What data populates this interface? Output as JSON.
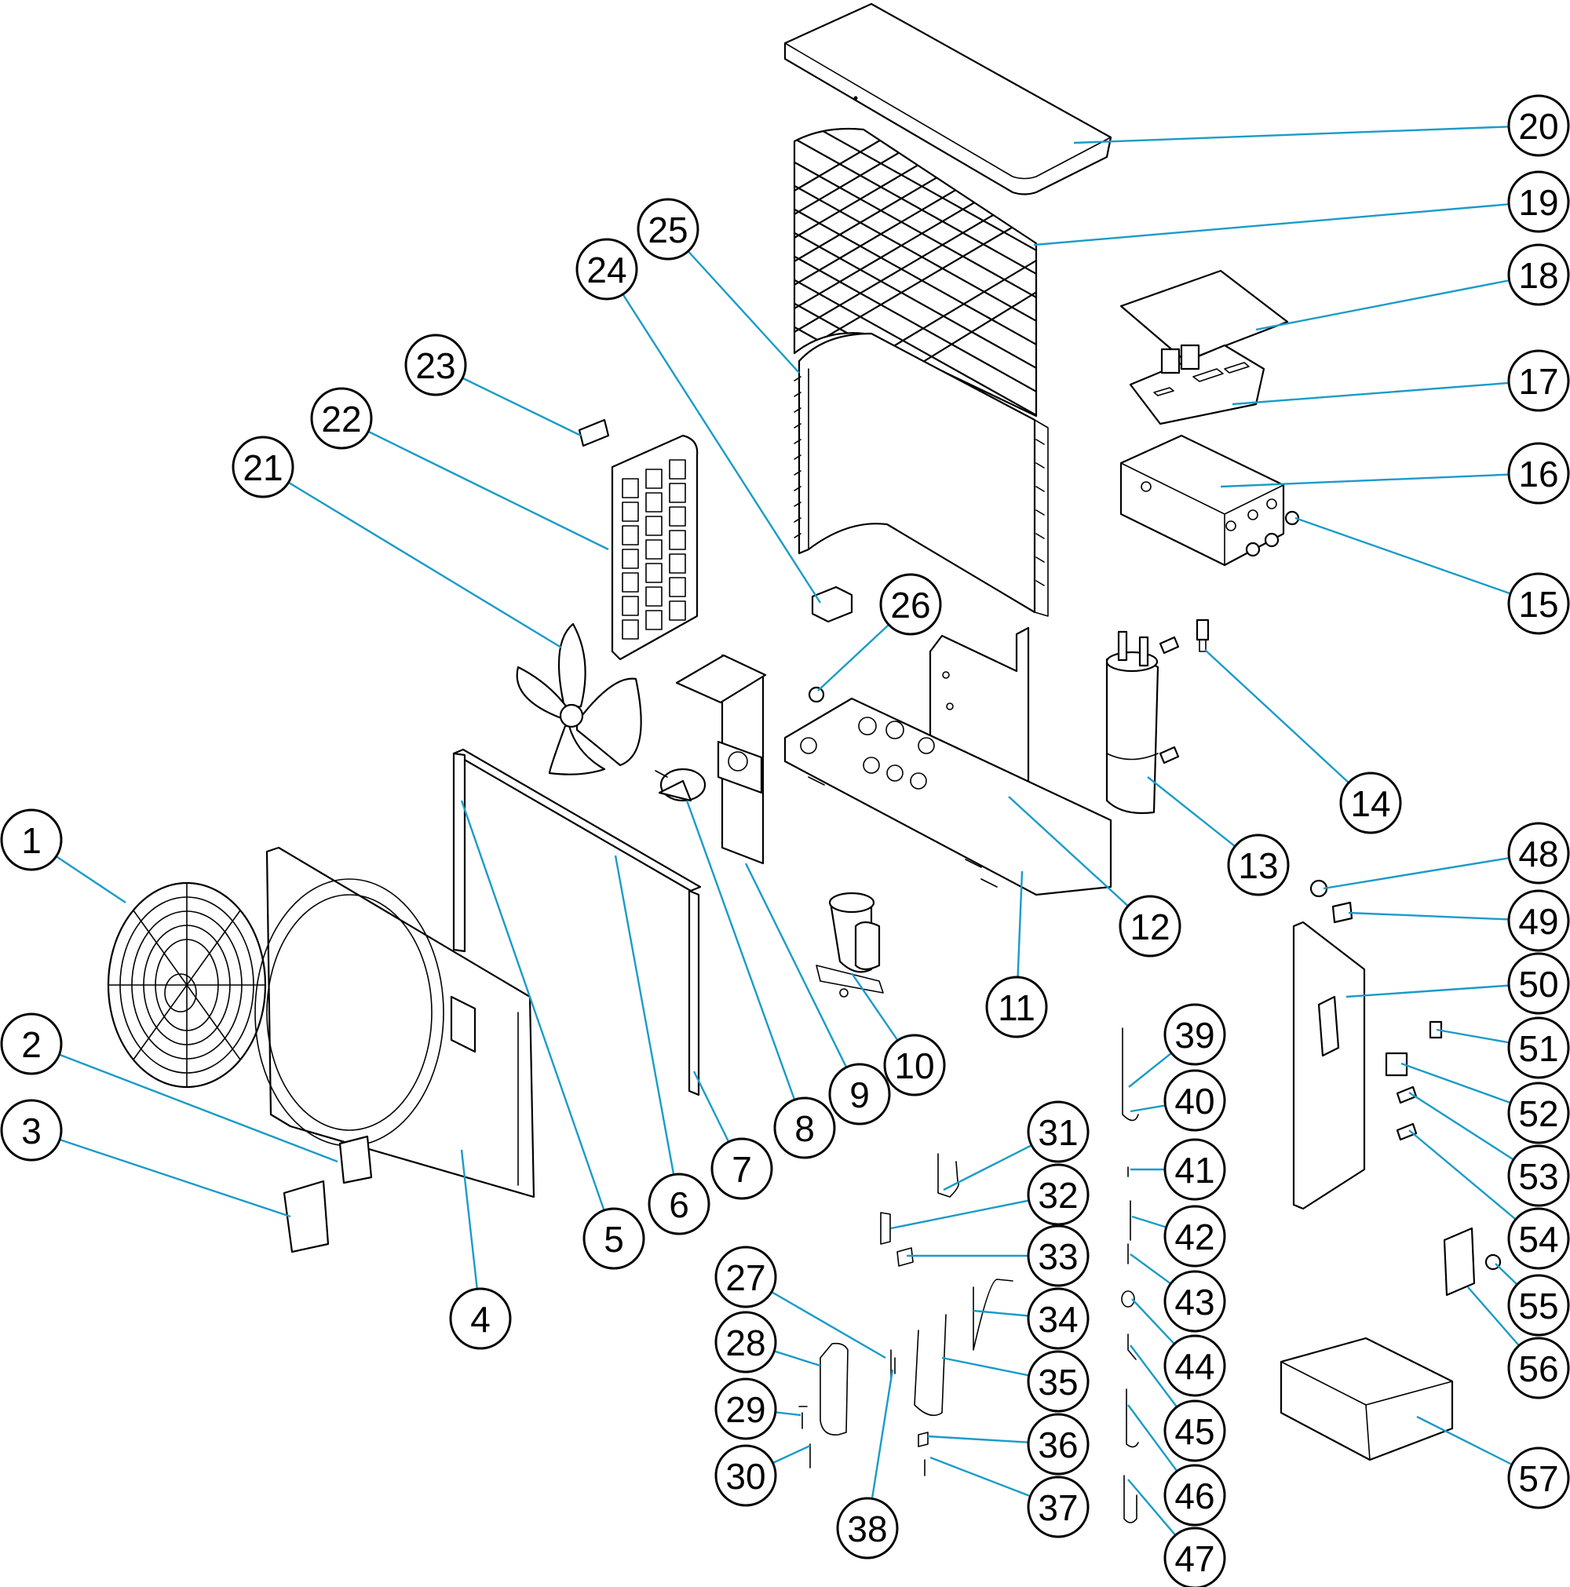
{
  "colors": {
    "leader": "#1a9bc9",
    "line": "#000000",
    "background": "#ffffff"
  },
  "callouts": [
    {
      "label": "1",
      "name": "fan-guard"
    },
    {
      "label": "2",
      "name": "control-panel-cover"
    },
    {
      "label": "3",
      "name": "control-panel-display"
    },
    {
      "label": "4",
      "name": "front-panel"
    },
    {
      "label": "5",
      "name": "front-frame-left"
    },
    {
      "label": "6",
      "name": "front-frame-top"
    },
    {
      "label": "7",
      "name": "front-frame-right"
    },
    {
      "label": "8",
      "name": "fan-motor"
    },
    {
      "label": "9",
      "name": "motor-bracket"
    },
    {
      "label": "10",
      "name": "compressor"
    },
    {
      "label": "11",
      "name": "base-tray"
    },
    {
      "label": "12",
      "name": "partition-plate"
    },
    {
      "label": "13",
      "name": "heat-exchanger"
    },
    {
      "label": "14",
      "name": "water-flow-switch"
    },
    {
      "label": "15",
      "name": "cable-gland"
    },
    {
      "label": "16",
      "name": "electrical-box"
    },
    {
      "label": "17",
      "name": "pcb-board"
    },
    {
      "label": "18",
      "name": "electrical-box-cover"
    },
    {
      "label": "19",
      "name": "rear-grille"
    },
    {
      "label": "20",
      "name": "top-cover"
    },
    {
      "label": "21",
      "name": "fan-blade"
    },
    {
      "label": "22",
      "name": "side-grille"
    },
    {
      "label": "23",
      "name": "clip"
    },
    {
      "label": "24",
      "name": "reactor"
    },
    {
      "label": "25",
      "name": "evaporator"
    },
    {
      "label": "26",
      "name": "grommet"
    },
    {
      "label": "27",
      "name": "pipe-27"
    },
    {
      "label": "28",
      "name": "pipe-28"
    },
    {
      "label": "29",
      "name": "valve-29"
    },
    {
      "label": "30",
      "name": "valve-30"
    },
    {
      "label": "31",
      "name": "pipe-31"
    },
    {
      "label": "32",
      "name": "four-way-valve"
    },
    {
      "label": "33",
      "name": "valve-coil"
    },
    {
      "label": "34",
      "name": "pipe-34"
    },
    {
      "label": "35",
      "name": "pipe-35"
    },
    {
      "label": "36",
      "name": "valve-36"
    },
    {
      "label": "37",
      "name": "valve-37"
    },
    {
      "label": "38",
      "name": "pipe-38"
    },
    {
      "label": "39",
      "name": "pipe-39"
    },
    {
      "label": "40",
      "name": "pipe-40"
    },
    {
      "label": "41",
      "name": "fitting-41"
    },
    {
      "label": "42",
      "name": "pipe-42"
    },
    {
      "label": "43",
      "name": "pressure-switch-43"
    },
    {
      "label": "44",
      "name": "coil-44"
    },
    {
      "label": "45",
      "name": "valve-45"
    },
    {
      "label": "46",
      "name": "pipe-46"
    },
    {
      "label": "47",
      "name": "pipe-47"
    },
    {
      "label": "48",
      "name": "grommet-48"
    },
    {
      "label": "49",
      "name": "clip-49"
    },
    {
      "label": "50",
      "name": "side-panel"
    },
    {
      "label": "51",
      "name": "terminal-51"
    },
    {
      "label": "52",
      "name": "terminal-block"
    },
    {
      "label": "53",
      "name": "cable-clamp-53"
    },
    {
      "label": "54",
      "name": "cable-clamp-54"
    },
    {
      "label": "55",
      "name": "gland-55"
    },
    {
      "label": "56",
      "name": "handle"
    },
    {
      "label": "57",
      "name": "protective-cover"
    }
  ]
}
